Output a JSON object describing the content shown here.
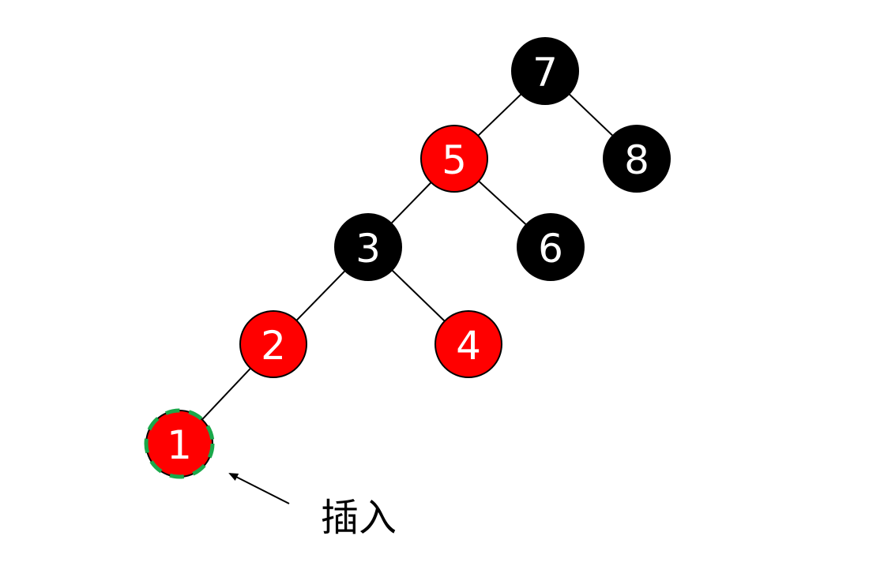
{
  "colors": {
    "red": "#ff0000",
    "black": "#000000",
    "edge": "#000000",
    "label": "#ffffff",
    "insert_highlight": "#1aa84a"
  },
  "tree": {
    "nodes": [
      {
        "id": "7",
        "label": "7",
        "color": "black"
      },
      {
        "id": "5",
        "label": "5",
        "color": "red"
      },
      {
        "id": "8",
        "label": "8",
        "color": "black"
      },
      {
        "id": "3",
        "label": "3",
        "color": "black"
      },
      {
        "id": "6",
        "label": "6",
        "color": "black"
      },
      {
        "id": "2",
        "label": "2",
        "color": "red"
      },
      {
        "id": "4",
        "label": "4",
        "color": "red"
      },
      {
        "id": "1",
        "label": "1",
        "color": "red",
        "inserted": true
      }
    ],
    "edges": [
      {
        "from": "7",
        "to": "5"
      },
      {
        "from": "7",
        "to": "8"
      },
      {
        "from": "5",
        "to": "3"
      },
      {
        "from": "5",
        "to": "6"
      },
      {
        "from": "3",
        "to": "2"
      },
      {
        "from": "3",
        "to": "4"
      },
      {
        "from": "2",
        "to": "1"
      }
    ]
  },
  "annotation": {
    "text": "插入",
    "target": "1"
  }
}
